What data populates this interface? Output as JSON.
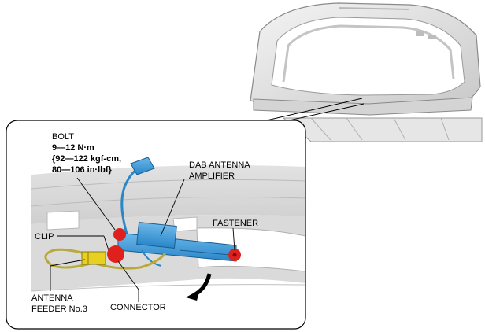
{
  "labels": {
    "bolt": {
      "title": "BOLT",
      "torque1": "9—12 N·m",
      "torque2": "{92—122 kgf-cm,",
      "torque3": "80—106 in·lbf}"
    },
    "dab_amplifier": {
      "line1": "DAB ANTENNA",
      "line2": "AMPLIFIER"
    },
    "fastener": "FASTENER",
    "clip": "CLIP",
    "antenna_feeder": {
      "line1": "ANTENNA",
      "line2": "FEEDER No.3"
    },
    "connector": "CONNECTOR"
  },
  "colors": {
    "amplifier_blue": "#3d9ad8",
    "marker_red": "#e0201c",
    "clip_yellow": "#e8d020",
    "feeder_wire": "#b8a93a"
  }
}
